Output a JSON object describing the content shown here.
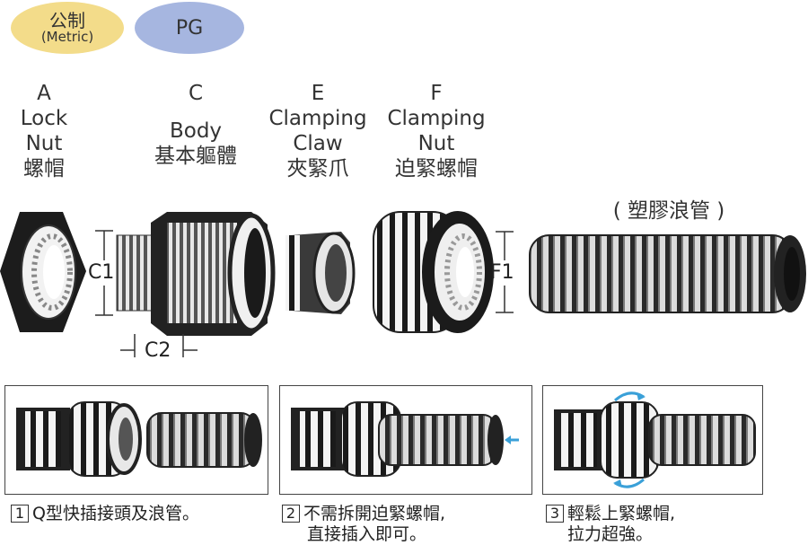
{
  "badges": {
    "metric_cn": "公制",
    "metric_en": "(Metric)",
    "pg": "PG"
  },
  "parts": [
    {
      "letter": "A",
      "en1": "Lock",
      "en2": "Nut",
      "cn": "螺帽"
    },
    {
      "letter": "C",
      "en1": "",
      "en2": "Body",
      "cn": "基本軀體"
    },
    {
      "letter": "E",
      "en1": "Clamping",
      "en2": "Claw",
      "cn": "夾緊爪"
    },
    {
      "letter": "F",
      "en1": "Clamping",
      "en2": "Nut",
      "cn": "迫緊螺帽"
    }
  ],
  "conduit_label": "( 塑膠浪管 )",
  "dimensions": {
    "c1": "C1",
    "c2": "C2",
    "f1": "F1"
  },
  "steps": [
    {
      "number": "1",
      "line1": "Q型快插接頭及浪管。",
      "line2": ""
    },
    {
      "number": "2",
      "line1": "不需拆開迫緊螺帽,",
      "line2": "直接插入即可。"
    },
    {
      "number": "3",
      "line1": "輕鬆上緊螺帽,",
      "line2": "拉力超強。"
    }
  ],
  "colors": {
    "badge_metric": "#f3dc8a",
    "badge_pg": "#a6b6e0",
    "arrow": "#3aa0d8"
  }
}
